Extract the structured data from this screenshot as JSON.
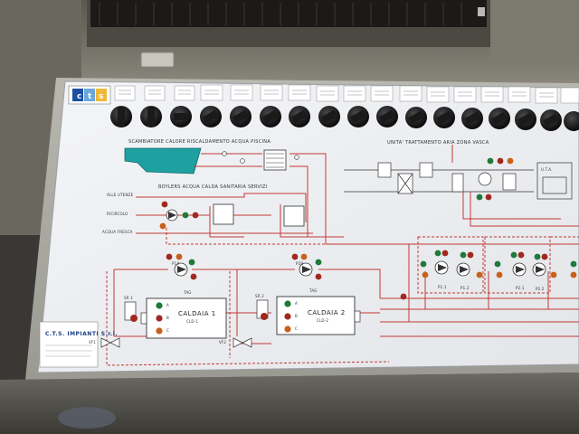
{
  "company": {
    "name": "C.T.S. IMPIANTI S.r.l."
  },
  "titles": {
    "pool_exchanger": "SCAMBIATORE CALORE RISCALDAMENTO ACQUA PISCINA",
    "ahu_unit": "UNITA' TRATTAMENTO ARIA ZONA VASCA",
    "dhw_boilers": "BOYLERS ACQUA CALDA SANITARIA SERVIZI"
  },
  "lines": {
    "to_users": "ALLE UTENZE",
    "recirculation": "RICIRCOLO",
    "fresh_water": "ACQUA FRESCA"
  },
  "boilers": [
    {
      "title": "CALDAIA 1",
      "code": "CLD-1",
      "pump": "P1A",
      "valve": "VF1",
      "tag": "TAG",
      "switch": "SR 1"
    },
    {
      "title": "CALDAIA 2",
      "code": "CLD-2",
      "pump": "P2B",
      "valve": "VF2",
      "tag": "TAG",
      "switch": "SR 2"
    }
  ],
  "pump_groups": [
    {
      "pumps": [
        "P1.1",
        "P1.2"
      ]
    },
    {
      "pumps": [
        "P2.1",
        "P2.2"
      ]
    }
  ],
  "indicator_letters": [
    "A",
    "B",
    "C"
  ],
  "units": {
    "uta": "U.T.A."
  },
  "colors": {
    "panel": "#f1f2f5",
    "pipe_red": "#c23a35",
    "pool": "#1fa0a0",
    "lamp_green": "#1d7a3a",
    "lamp_red": "#a0281e",
    "lamp_amber": "#c8601c",
    "knob": "#101010"
  },
  "icons": {
    "logo": "cts-logo-icon",
    "selector": "rotary-selector-knob-icon",
    "pump": "pump-symbol-icon",
    "valve": "valve-symbol-icon",
    "lamp": "indicator-lamp-icon"
  }
}
